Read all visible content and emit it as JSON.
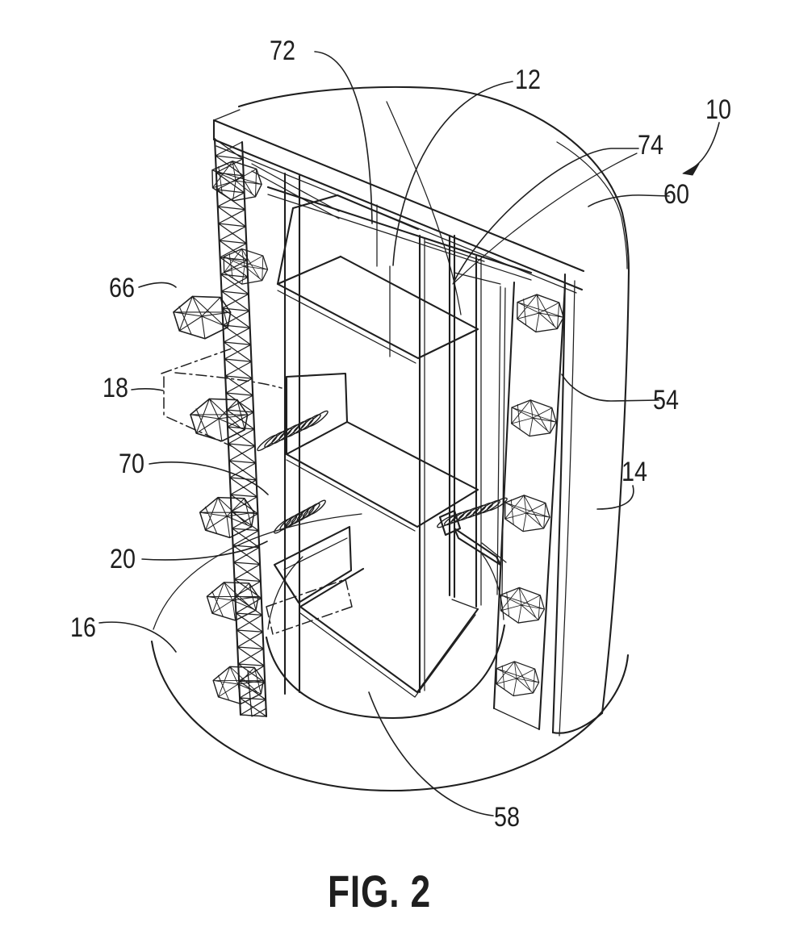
{
  "figure": {
    "caption": "FIG. 2",
    "labels": [
      {
        "ref": "72"
      },
      {
        "ref": "12"
      },
      {
        "ref": "10"
      },
      {
        "ref": "74"
      },
      {
        "ref": "60"
      },
      {
        "ref": "66"
      },
      {
        "ref": "18"
      },
      {
        "ref": "54"
      },
      {
        "ref": "70"
      },
      {
        "ref": "14"
      },
      {
        "ref": "20"
      },
      {
        "ref": "16"
      },
      {
        "ref": "58"
      }
    ]
  },
  "colors": {
    "ink": "#1f1f1f",
    "background": "#ffffff"
  }
}
